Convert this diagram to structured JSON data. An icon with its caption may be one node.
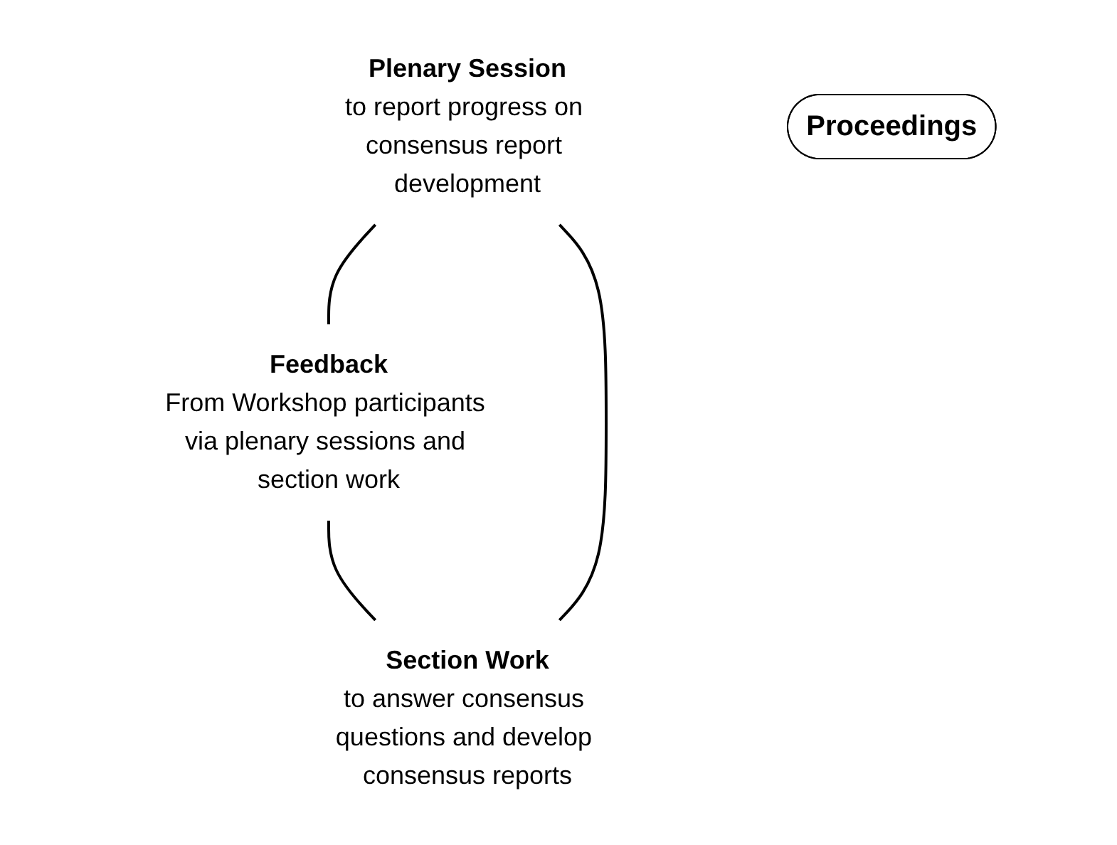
{
  "diagram": {
    "nodes": [
      {
        "text": [
          "Plenary Session",
          "to report progress on consensus report development"
        ]
      },
      {
        "text": [
          "Proceedings"
        ]
      },
      {
        "text": [
          "Feedback",
          "From Workshop participants via plenary sessions and section work"
        ]
      },
      {
        "text": [
          "Section Work",
          "to answer consensus questions and develop consensus reports"
        ]
      }
    ],
    "edges": [
      {
        "from": 0,
        "to": 2,
        "arrow": "none"
      },
      {
        "from": 2,
        "to": 3,
        "arrow": "none"
      },
      {
        "from": 3,
        "to": 0,
        "arrow": "none"
      }
    ]
  }
}
